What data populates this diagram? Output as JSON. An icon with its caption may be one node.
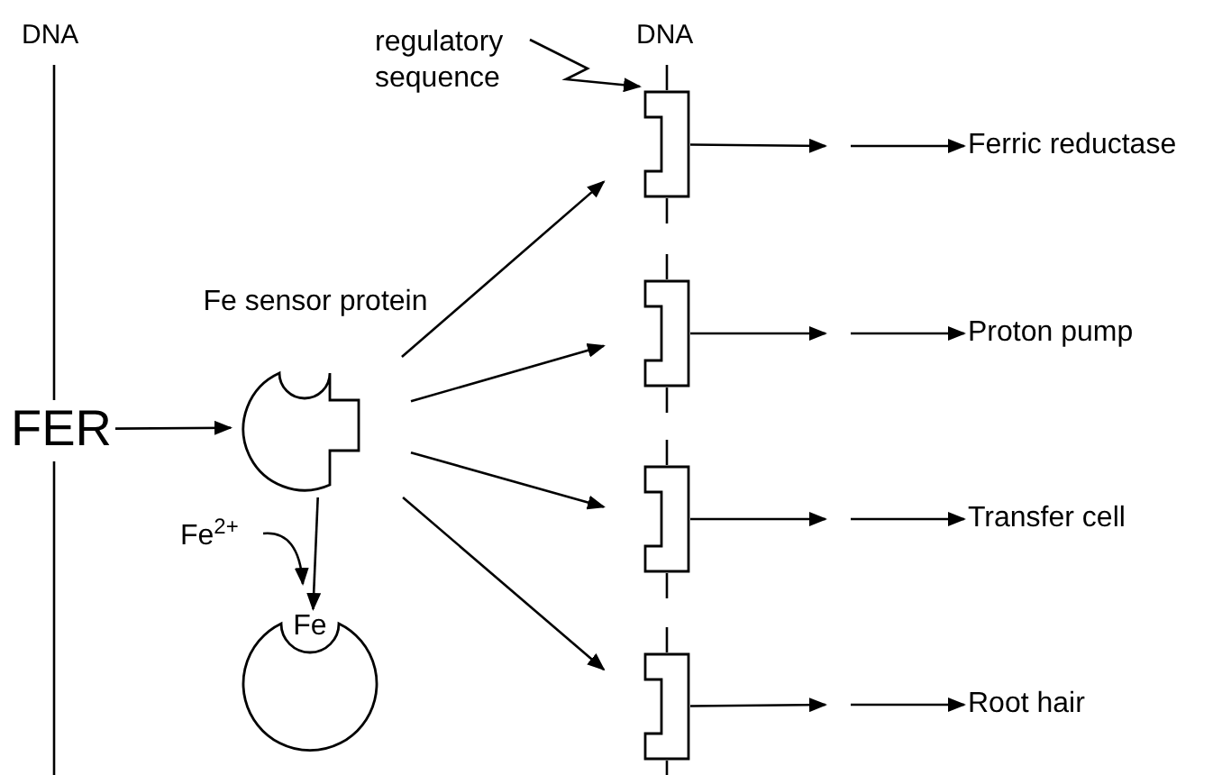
{
  "diagram": {
    "nodes": [
      {
        "text": [
          "FER"
        ]
      },
      {
        "text": [
          "Fe sensor protein"
        ]
      },
      {
        "text": [
          "Fe"
        ]
      },
      {
        "text": [
          "Fe$^{2+}$"
        ]
      },
      {
        "text": [
          "regulatory sequence"
        ]
      },
      {
        "text": [],
        "shape": "box"
      },
      {
        "text": [],
        "shape": "box"
      },
      {
        "text": [],
        "shape": "box"
      },
      {
        "text": [],
        "shape": "box"
      },
      {
        "text": [
          "Ferric reductase"
        ]
      },
      {
        "text": [
          "Proton pump"
        ]
      },
      {
        "text": [
          "Transfer cell"
        ]
      },
      {
        "text": [
          "Root hair"
        ]
      }
    ],
    "edges": [
      {
        "from": 0,
        "to": 1,
        "arrow": "to"
      },
      {
        "from": 1,
        "to": 2,
        "arrow": "to"
      },
      {
        "from": 3,
        "to": 2,
        "arrow": "to"
      },
      {
        "from": 4,
        "to": 5,
        "arrow": "to"
      },
      {
        "from": 1,
        "to": 5,
        "arrow": "to"
      },
      {
        "from": 1,
        "to": 6,
        "arrow": "to"
      },
      {
        "from": 1,
        "to": 7,
        "arrow": "to"
      },
      {
        "from": 1,
        "to": 8,
        "arrow": "to"
      },
      {
        "from": 5,
        "to": null,
        "arrow": "to"
      },
      {
        "from": 6,
        "to": null,
        "arrow": "to"
      },
      {
        "from": 7,
        "to": null,
        "arrow": "to"
      },
      {
        "from": 8,
        "to": null,
        "arrow": "to"
      },
      {
        "from": null,
        "to": 9,
        "arrow": "to"
      },
      {
        "from": null,
        "to": 10,
        "arrow": "to"
      },
      {
        "from": null,
        "to": 11,
        "arrow": "to"
      },
      {
        "from": null,
        "to": 12,
        "arrow": "to"
      }
    ],
    "labels": [
      "DNA",
      "DNA"
    ]
  }
}
